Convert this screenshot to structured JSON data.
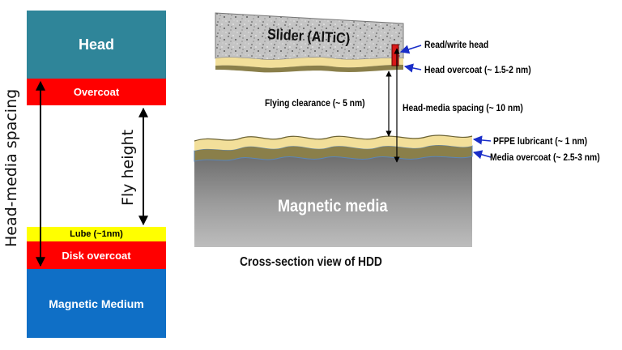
{
  "left_stack": {
    "head": "Head",
    "overcoat": "Overcoat",
    "lube": "Lube (~1nm)",
    "disk_overcoat": "Disk overcoat",
    "magnetic_medium": "Magnetic Medium",
    "head_media_spacing": "Head-media spacing",
    "fly_height": "Fly height"
  },
  "cross_section": {
    "slider": "Slider (AlTiC)",
    "read_write_head": "Read/write head",
    "head_overcoat": "Head overcoat (~ 1.5-2 nm)",
    "flying_clearance": "Flying clearance (~ 5 nm)",
    "head_media_spacing": "Head-media spacing (~ 10 nm)",
    "pfpe_lubricant": "PFPE lubricant (~ 1 nm)",
    "media_overcoat": "Media overcoat (~ 2.5-3 nm)",
    "magnetic_media": "Magnetic media",
    "caption": "Cross-section view of HDD"
  },
  "colors": {
    "head": "#2f8599",
    "overcoat": "#ff0000",
    "lube": "#ffff00",
    "magnetic_medium": "#0f6fc6",
    "lube_layer": "#f2df9a",
    "overcoat_layer": "#8a7f4a",
    "arrow_blue": "#1a2ec8"
  }
}
